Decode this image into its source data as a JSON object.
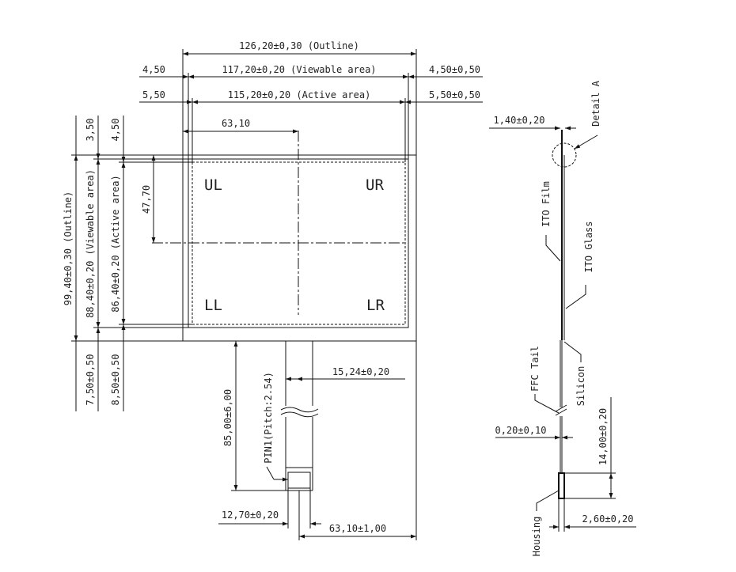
{
  "dims": {
    "outline_w": "126,20±0,30 (Outline)",
    "left_view": "4,50",
    "view_w": "117,20±0,20 (Viewable area)",
    "right_view": "4,50±0,50",
    "left_act": "5,50",
    "act_w": "115,20±0,20 (Active area)",
    "right_act": "5,50±0,50",
    "center_x": "63,10",
    "top_view": "3,50",
    "top_act": "4,50",
    "center_y": "47,70",
    "outline_h": "99,40±0,30 (Outline)",
    "view_h": "88,40±0,20 (Viewable area)",
    "act_h": "86,40±0,20 (Active area)",
    "bot_view": "7,50±0,50",
    "bot_act": "8,50±0,50",
    "tail_len": "85,00±6,00",
    "pin1": "PIN1(Pitch:2.54)",
    "tail_w": "15,24±0,20",
    "conn_w": "12,70±0,20",
    "tail_pos": "63,10±1,00"
  },
  "corners": {
    "ul": "UL",
    "ur": "UR",
    "ll": "LL",
    "lr": "LR"
  },
  "side": {
    "top_thk": "1,40±0,20",
    "detail": "Detail A",
    "ito_film": "ITO Film",
    "ito_glass": "ITO Glass",
    "ffc": "FFC Tail",
    "silicon": "Silicon",
    "ffc_thk": "0,20±0,10",
    "housing_len": "14,00±0,20",
    "housing": "Housing",
    "housing_w": "2,60±0,20"
  }
}
